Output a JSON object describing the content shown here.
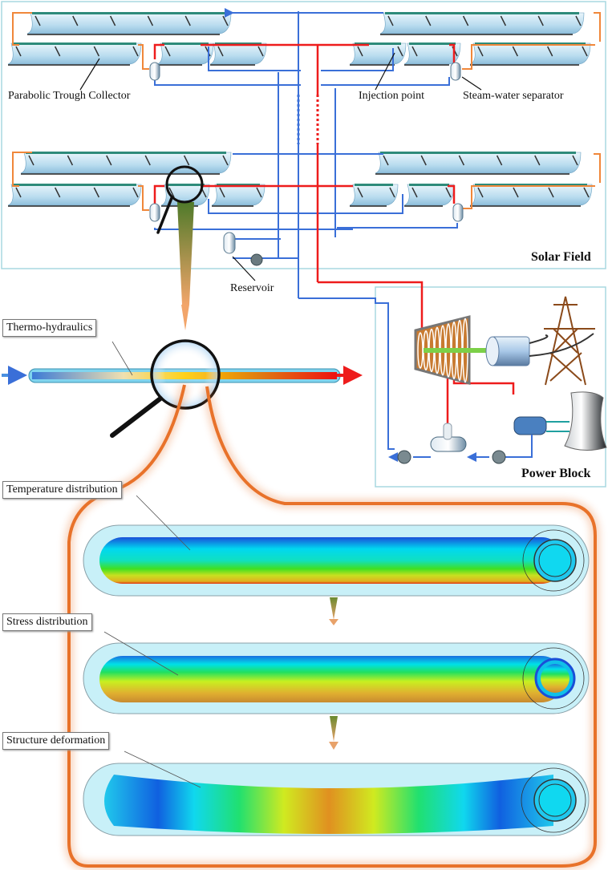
{
  "solar_field": {
    "title": "Solar Field",
    "labels": {
      "collector": "Parabolic Trough Collector",
      "injection": "Injection point",
      "separator": "Steam-water separator",
      "reservoir": "Reservoir"
    }
  },
  "power_block": {
    "title": "Power Block"
  },
  "analysis": {
    "thermo_hydraulics": "Thermo-hydraulics",
    "temperature": "Temperature distribution",
    "stress": "Stress distribution",
    "deformation": "Structure deformation"
  },
  "colors": {
    "cold_pipe": "#3a6fd8",
    "hot_pipe": "#ee1c1c",
    "preheat_pipe": "#f0873a",
    "panel_border": "#a9d8e0",
    "collector_tube": "#2e8b7a",
    "highlight_border": "#e8722a"
  }
}
